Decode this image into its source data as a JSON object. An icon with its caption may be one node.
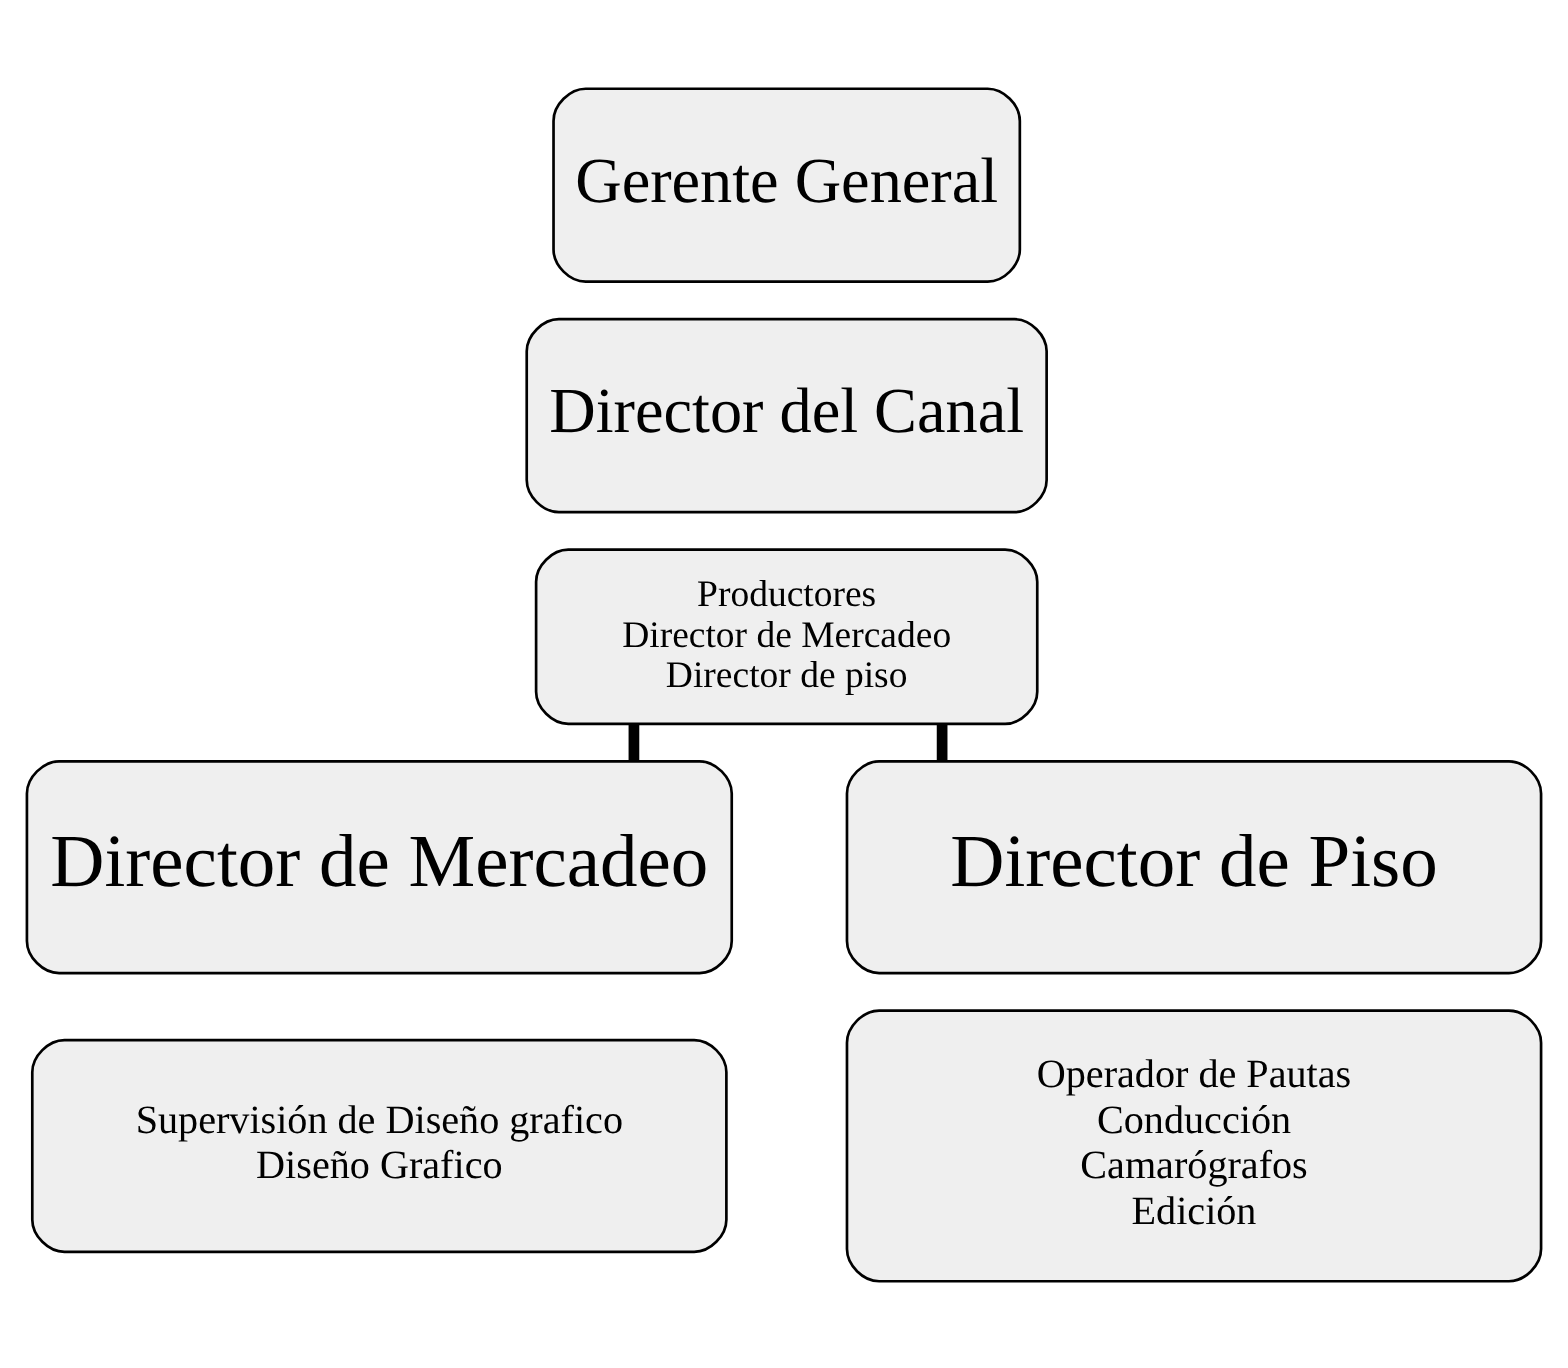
{
  "diagram": {
    "nodes": [
      {
        "text": [
          "Gerente General"
        ]
      },
      {
        "text": [
          "Director del Canal"
        ]
      },
      {
        "text": [
          "Productores",
          "Director de Mercadeo",
          "Director de piso"
        ]
      },
      {
        "text": [
          "Director de Mercadeo"
        ]
      },
      {
        "text": [
          "Supervisión de Diseño grafico",
          "Diseño Grafico"
        ]
      },
      {
        "text": [
          "Director de Piso"
        ]
      },
      {
        "text": [
          "Operador de Pautas",
          "Conducción",
          "Camarógrafos",
          "Edición"
        ]
      }
    ],
    "edges": [
      {
        "from": 2,
        "to": 3,
        "arrow": "none"
      },
      {
        "from": 2,
        "to": 5,
        "arrow": "none"
      }
    ]
  }
}
